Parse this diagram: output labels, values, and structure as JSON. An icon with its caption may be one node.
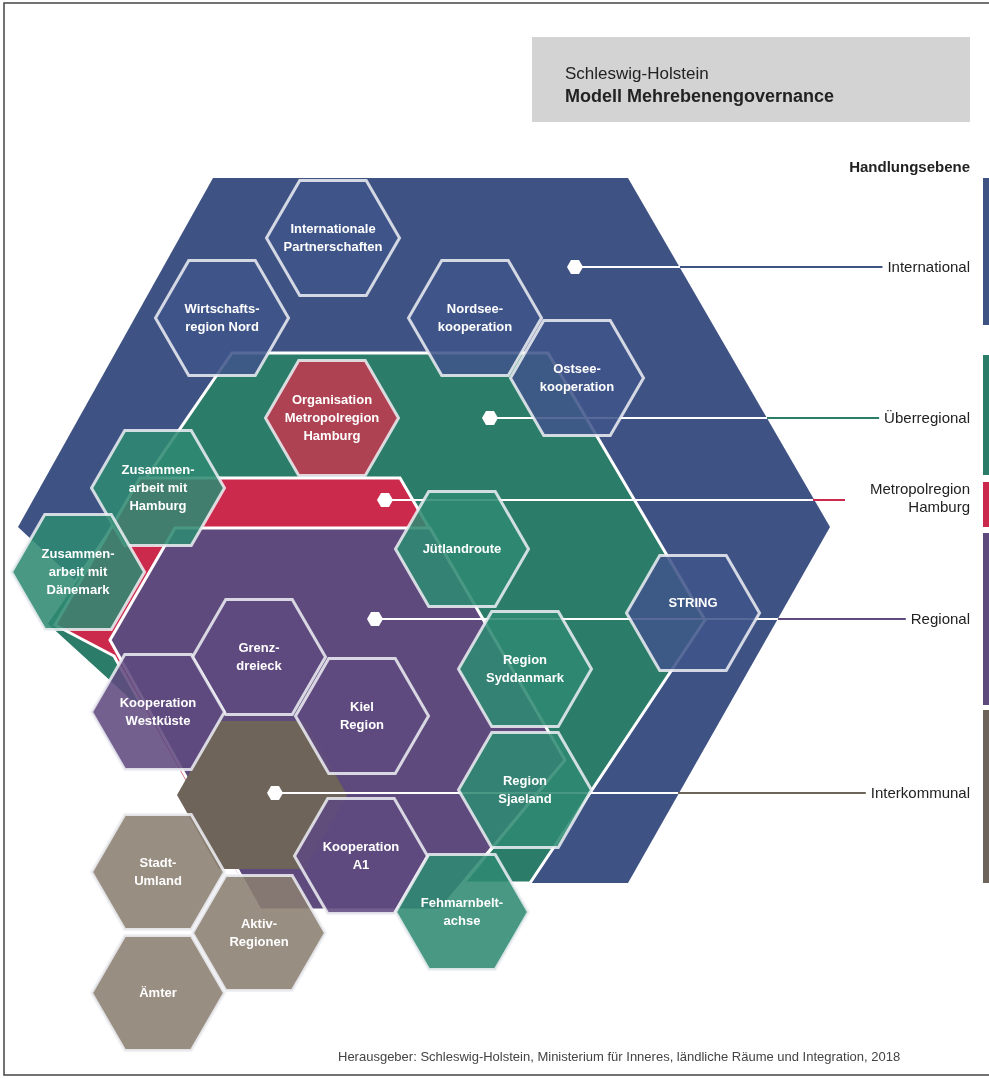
{
  "diagram": {
    "caption": "Herausgeber: Schleswig-Holstein, Ministerium für Inneres, ländliche Räume und Integration, 2018",
    "nodes": [
      {
        "text": [
          "Schleswig-Holstein",
          "Modell Mehrebenengovernance"
        ]
      },
      {
        "text": [],
        "shape": "hexagon"
      },
      {
        "text": [],
        "shape": "hexagon",
        "in": 1
      },
      {
        "text": [],
        "shape": "hexagon",
        "in": 2
      },
      {
        "text": [],
        "shape": "hexagon",
        "in": 3
      },
      {
        "text": [],
        "shape": "hexagon",
        "in": 4
      },
      {
        "text": [
          "Internationale Partnerschaften"
        ],
        "in": 1
      },
      {
        "text": [
          "Wirtschafts- region Nord"
        ],
        "in": 1
      },
      {
        "text": [
          "Nordsee- kooperation"
        ],
        "in": 1
      },
      {
        "text": [
          "Ostsee- kooperation"
        ],
        "in": 1
      },
      {
        "text": [
          "Organisation Metropolregion Hamburg"
        ],
        "in": 2
      },
      {
        "text": [
          "Zusammen- arbeit mit Hamburg"
        ],
        "in": 2
      },
      {
        "text": [
          "Zusammen- arbeit mit Dänemark"
        ],
        "in": 1
      },
      {
        "text": [
          "Jütlandroute"
        ],
        "in": 2
      },
      {
        "text": [
          "STRING"
        ],
        "in": 1
      },
      {
        "text": [
          "Grenz- dreieck"
        ],
        "in": 4
      },
      {
        "text": [
          "Region Syddanmark"
        ],
        "in": 2
      },
      {
        "text": [
          "Kooperation Westküste"
        ],
        "in": 3
      },
      {
        "text": [
          "Kiel Region"
        ],
        "in": 4
      },
      {
        "text": [
          "Region Sjaeland"
        ],
        "in": 2
      },
      {
        "text": [
          "Kooperation A1"
        ],
        "in": 4
      },
      {
        "text": [
          "Stadt- Umland"
        ]
      },
      {
        "text": [
          "Fehmarnbelt- achse"
        ]
      },
      {
        "text": [
          "Aktiv- Regionen"
        ]
      },
      {
        "text": [
          "Ämter"
        ]
      },
      {
        "text": [
          "International"
        ]
      },
      {
        "text": [
          "Überregional"
        ]
      },
      {
        "text": [
          "Metropolregion Hamburg"
        ]
      },
      {
        "text": [
          "Regional"
        ]
      },
      {
        "text": [
          "Interkommunal"
        ]
      }
    ],
    "edges": [
      {
        "from": 25,
        "to": 1,
        "arrow": "other",
        "color": "#3e5283"
      },
      {
        "from": 26,
        "to": 2,
        "arrow": "other",
        "color": "#2b7c68"
      },
      {
        "from": 27,
        "to": 3,
        "arrow": "other",
        "color": "#cc2a4c"
      },
      {
        "from": 28,
        "to": 4,
        "arrow": "other",
        "color": "#5e4a7c"
      },
      {
        "from": 29,
        "to": 5,
        "arrow": "other",
        "color": "#6e645a"
      }
    ],
    "labels": [
      "Handlungsebene"
    ]
  }
}
